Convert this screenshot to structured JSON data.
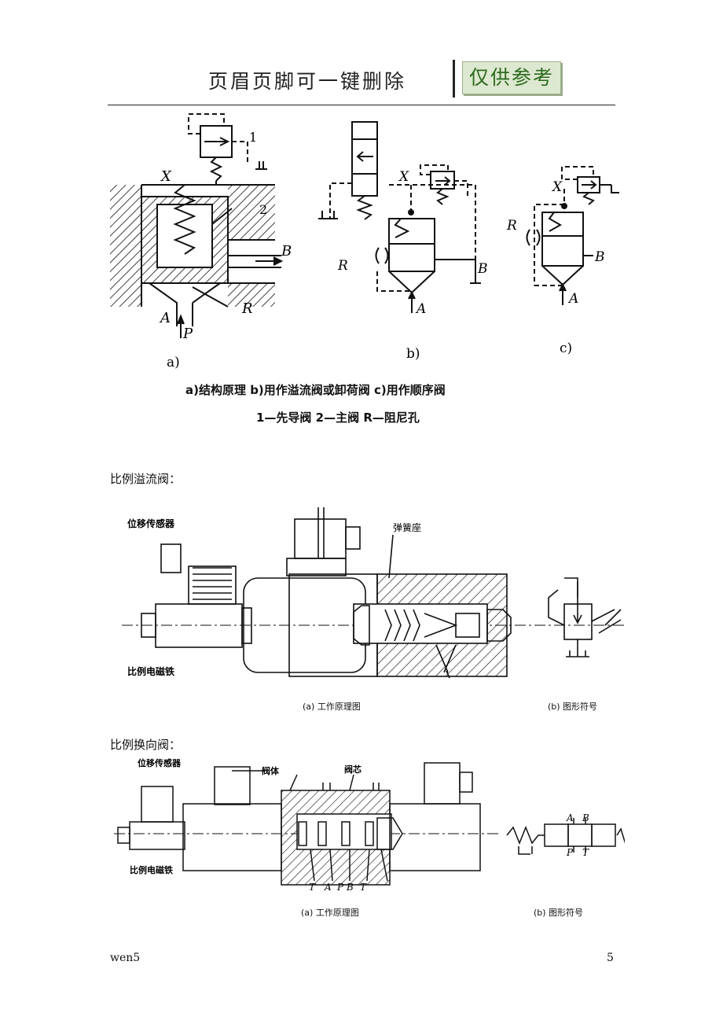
{
  "header": {
    "title": "页眉页脚可一键删除",
    "stamp": "仅供参考"
  },
  "figure1": {
    "sub_a": "a)",
    "sub_b": "b)",
    "sub_c": "c)",
    "caption_line1": "a)结构原理   b)用作溢流阀或卸荷阀   c)用作顺序阀",
    "caption_line2": "1—先导阀   2—主阀   R—阻尼孔",
    "labels": {
      "x": "X",
      "one": "1",
      "two": "2",
      "a": "A",
      "p": "P",
      "b": "B",
      "r": "R"
    }
  },
  "section1": {
    "title": "比例溢流阀：",
    "label_sensor": "位移传感器",
    "label_magnet": "比例电磁铁",
    "label_spring_seat": "弹簧座",
    "caption_a": "(a) 工作原理图",
    "caption_b": "(b) 图形符号"
  },
  "section2": {
    "title": "比例换向阀：",
    "label_sensor": "位移传感器",
    "label_magnet": "比例电磁铁",
    "label_body": "阀体",
    "label_spool": "阀芯",
    "ports_bottom": [
      "T",
      "A",
      "P",
      "B",
      "T"
    ],
    "symbol_ports_top": [
      "A",
      "B"
    ],
    "symbol_ports_bottom": [
      "P",
      "T"
    ],
    "caption_a": "(a) 工作原理图",
    "caption_b": "(b) 图形符号"
  },
  "footer": {
    "left": "wen5",
    "right": "5"
  }
}
